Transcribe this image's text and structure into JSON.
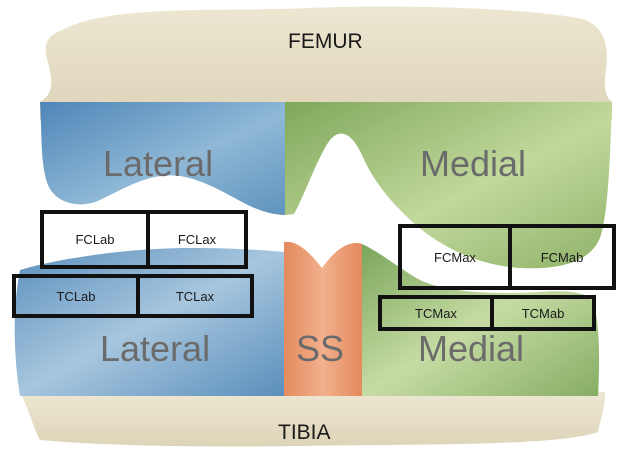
{
  "bones": {
    "femur": "FEMUR",
    "tibia": "TIBIA"
  },
  "regions": {
    "femur_lateral": "Lateral",
    "femur_medial": "Medial",
    "tibia_lateral": "Lateral",
    "tibia_medial": "Medial",
    "septum": "SS"
  },
  "boxes": {
    "fc_lateral": [
      "FCLab",
      "FCLax"
    ],
    "fc_medial": [
      "FCMax",
      "FCMab"
    ],
    "tc_lateral": [
      "TCLab",
      "TCLax"
    ],
    "tc_medial": [
      "TCMax",
      "TCMab"
    ]
  },
  "colors": {
    "bone": "#e6dfc8",
    "lateral_blue": "#6f9fc4",
    "medial_green": "#a8c47a",
    "septum_orange": "#e99a72",
    "box_border": "#111111"
  }
}
